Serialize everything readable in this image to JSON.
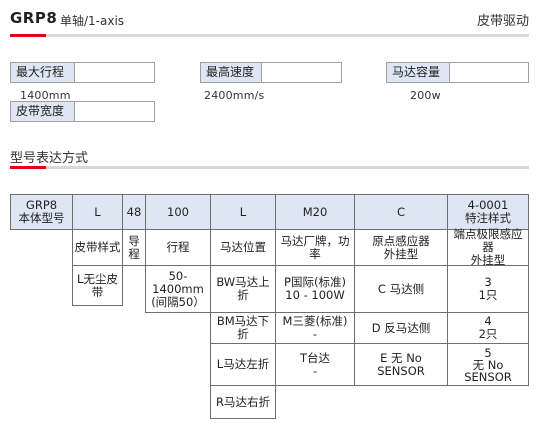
{
  "header": {
    "model": "GRP8",
    "subtitle": "单轴/1-axis",
    "category": "皮带驱动"
  },
  "specs": {
    "max_stroke": {
      "label": "最大行程",
      "value": "1400mm"
    },
    "max_speed": {
      "label": "最高速度",
      "value": "2400mm/s"
    },
    "motor_capacity": {
      "label": "马达容量",
      "value": "200w"
    },
    "belt_width": {
      "label": "皮带宽度",
      "value": ""
    }
  },
  "section": {
    "title": "型号表达方式"
  },
  "table": {
    "header": [
      "GRP8\n本体型号",
      "L",
      "48",
      "100",
      "L",
      "M20",
      "C",
      "4-0001\n特注样式"
    ],
    "labels": [
      "皮带样式",
      "导\n程",
      "行程",
      "马达位置",
      "马达厂牌，功\n率",
      "原点感应器\n外挂型",
      "端点极限感应器\n外挂型"
    ],
    "belt_options": "L无尘皮\n带",
    "stroke_options": "50-\n1400mm\n(间隔50）",
    "motor_position_options": [
      "BW马达上\n折",
      "BM马达下\n折",
      "L马达左折",
      "R马达右折"
    ],
    "motor_brand_options": [
      "P国际(标准)\n10    -    100W",
      "M三菱(标准)\n-",
      "T台达\n-"
    ],
    "origin_sensor_options": [
      "C 马达侧",
      "D 反马达侧",
      "E 无 No\nSENSOR"
    ],
    "limit_sensor_options": [
      "3\n1只",
      "4\n2只",
      "5\n无 No\nSENSOR"
    ]
  }
}
